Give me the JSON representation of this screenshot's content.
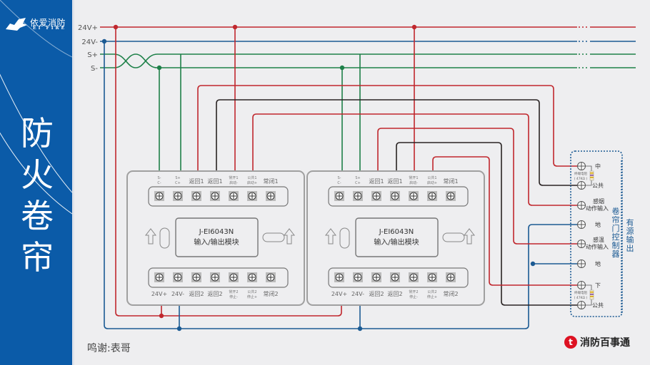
{
  "sidebar": {
    "brand_name": "依爱消防",
    "brand_sub": "EI FIRE",
    "title_chars": [
      "防",
      "火",
      "卷",
      "帘"
    ]
  },
  "bus_labels": [
    "24V+",
    "24V-",
    "S+",
    "S-"
  ],
  "colors": {
    "sidebar_bg": "#0b5ba8",
    "power_pos": "#c0272d",
    "power_neg": "#1b5a93",
    "signal": "#1e8049",
    "control_black": "#2a2424",
    "module_border": "#a0a0a0",
    "controller_border": "#1b5a93"
  },
  "modules": [
    {
      "model": "J-EI6043N",
      "name": "输入/输出模块",
      "top_terminals": [
        {
          "l1": "S-",
          "l2": "C-",
          "small": true
        },
        {
          "l1": "S+",
          "l2": "C+",
          "small": true
        },
        {
          "l1": "返回1",
          "l2": "",
          "small": false
        },
        {
          "l1": "返回1",
          "l2": "",
          "small": false
        },
        {
          "l1": "常开1",
          "l2": "启动-",
          "small": true
        },
        {
          "l1": "公共1",
          "l2": "启动+",
          "small": true
        },
        {
          "l1": "常闭1",
          "l2": "",
          "small": false
        }
      ],
      "bottom_terminals": [
        {
          "l1": "24V+",
          "l2": "",
          "small": false
        },
        {
          "l1": "24V-",
          "l2": "",
          "small": false
        },
        {
          "l1": "返回2",
          "l2": "",
          "small": false
        },
        {
          "l1": "返回2",
          "l2": "",
          "small": false
        },
        {
          "l1": "常开2",
          "l2": "停止-",
          "small": true
        },
        {
          "l1": "公共2",
          "l2": "停止+",
          "small": true
        },
        {
          "l1": "常闭2",
          "l2": "",
          "small": false
        }
      ]
    },
    {
      "model": "J-EI6043N",
      "name": "输入/输出模块",
      "top_terminals": [
        {
          "l1": "S-",
          "l2": "C-",
          "small": true
        },
        {
          "l1": "S+",
          "l2": "C+",
          "small": true
        },
        {
          "l1": "返回1",
          "l2": "",
          "small": false
        },
        {
          "l1": "返回1",
          "l2": "",
          "small": false
        },
        {
          "l1": "常开1",
          "l2": "启动-",
          "small": true
        },
        {
          "l1": "公共1",
          "l2": "启动+",
          "small": true
        },
        {
          "l1": "常闭1",
          "l2": "",
          "small": false
        }
      ],
      "bottom_terminals": [
        {
          "l1": "24V+",
          "l2": "",
          "small": false
        },
        {
          "l1": "24V-",
          "l2": "",
          "small": false
        },
        {
          "l1": "返回2",
          "l2": "",
          "small": false
        },
        {
          "l1": "返回2",
          "l2": "",
          "small": false
        },
        {
          "l1": "常开2",
          "l2": "停止-",
          "small": true
        },
        {
          "l1": "公共2",
          "l2": "停止+",
          "small": true
        },
        {
          "l1": "常闭2",
          "l2": "",
          "small": false
        }
      ]
    }
  ],
  "controller": {
    "title_inner": "卷帘门控制器",
    "title_outer": "有源输出",
    "terminals": [
      {
        "label": "中",
        "label2": ""
      },
      {
        "label": "公共",
        "label2": ""
      },
      {
        "label": "感烟",
        "label2": "动作输入"
      },
      {
        "label": "地",
        "label2": ""
      },
      {
        "label": "感温",
        "label2": "动作输入"
      },
      {
        "label": "地",
        "label2": ""
      },
      {
        "label": "下",
        "label2": ""
      },
      {
        "label": "公共",
        "label2": ""
      }
    ],
    "resistors": [
      {
        "label": "终端电阻",
        "value": "( 47KΩ )"
      },
      {
        "label": "终端电阻",
        "value": "( 47KΩ )"
      }
    ]
  },
  "footer": {
    "credit": "鸣谢:表哥",
    "brand": "消防百事通"
  }
}
